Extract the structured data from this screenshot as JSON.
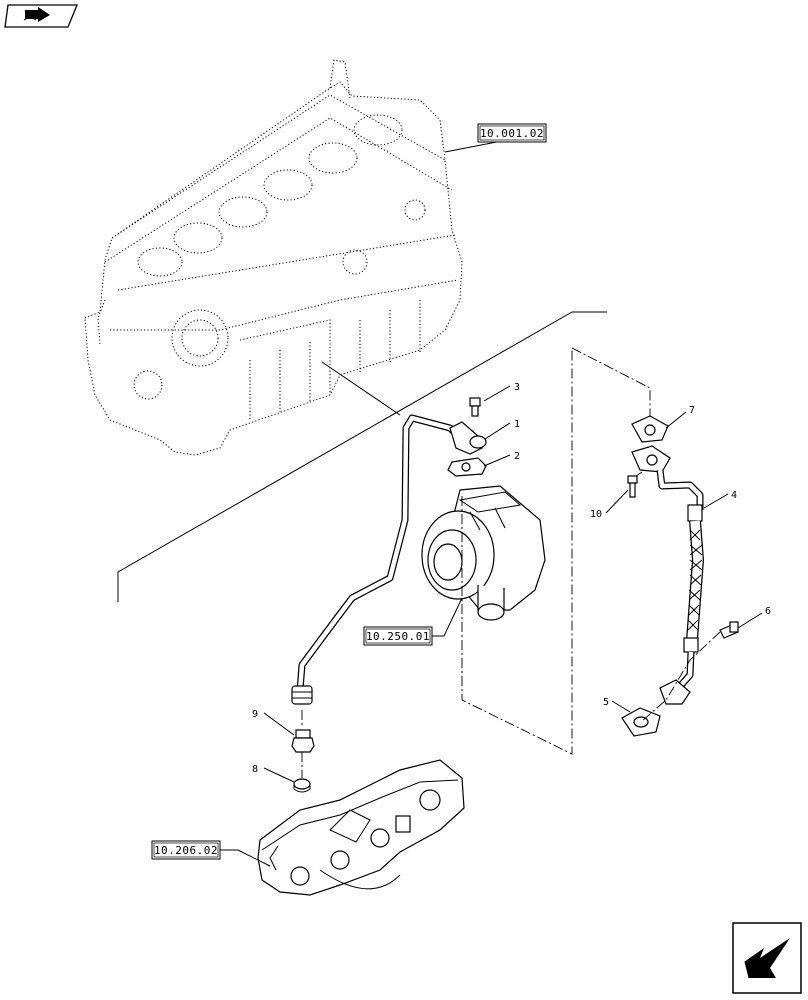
{
  "nav": {
    "top_icon": "book-arrow-icon",
    "bottom_icon": "next-page-arrow-icon"
  },
  "references": [
    {
      "id": "ref-engine-block",
      "text": "10.001.02"
    },
    {
      "id": "ref-turbocharger",
      "text": "10.250.01"
    },
    {
      "id": "ref-oil-filter",
      "text": "10.206.02"
    }
  ],
  "callouts": [
    {
      "id": "callout-1",
      "text": "1"
    },
    {
      "id": "callout-2",
      "text": "2"
    },
    {
      "id": "callout-3",
      "text": "3"
    },
    {
      "id": "callout-4",
      "text": "4"
    },
    {
      "id": "callout-5",
      "text": "5"
    },
    {
      "id": "callout-6",
      "text": "6"
    },
    {
      "id": "callout-7",
      "text": "7"
    },
    {
      "id": "callout-8",
      "text": "8"
    },
    {
      "id": "callout-9",
      "text": "9"
    },
    {
      "id": "callout-10",
      "text": "10"
    }
  ]
}
